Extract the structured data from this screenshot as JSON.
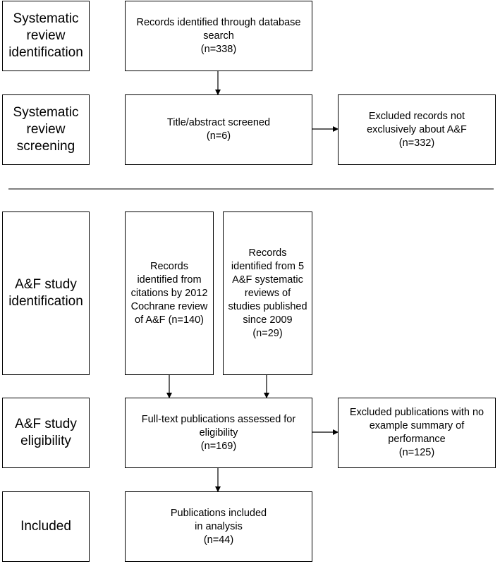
{
  "stages": {
    "sr_identification": [
      "Systematic",
      "review",
      "identification"
    ],
    "sr_screening": [
      "Systematic",
      "review",
      "screening"
    ],
    "af_identification": [
      "A&F study",
      "identification"
    ],
    "af_eligibility": [
      "A&F study",
      "eligibility"
    ],
    "included": [
      "Included"
    ]
  },
  "nodes": {
    "database_search": [
      "Records identified through database",
      "search",
      "(n=338)"
    ],
    "title_abstract": [
      "Title/abstract screened",
      "(n=6)"
    ],
    "excluded_records": [
      "Excluded records not",
      "exclusively about A&F",
      "(n=332)"
    ],
    "cochrane_citations": [
      "Records",
      "identified from",
      "citations by",
      "2012 Cochrane",
      "review of A&F",
      "(n=140)"
    ],
    "af_reviews": [
      "Records",
      "identified from",
      "5 A&F",
      "systematic",
      "reviews of",
      "studies",
      "published since",
      "2009",
      "(n=29)"
    ],
    "full_text": [
      "Full-text publications assessed for",
      "eligibility",
      "(n=169)"
    ],
    "excluded_publications": [
      "Excluded publications with no",
      "example summary of",
      "performance",
      "(n=125)"
    ],
    "publications_included": [
      "Publications included",
      "in analysis",
      "(n=44)"
    ]
  }
}
